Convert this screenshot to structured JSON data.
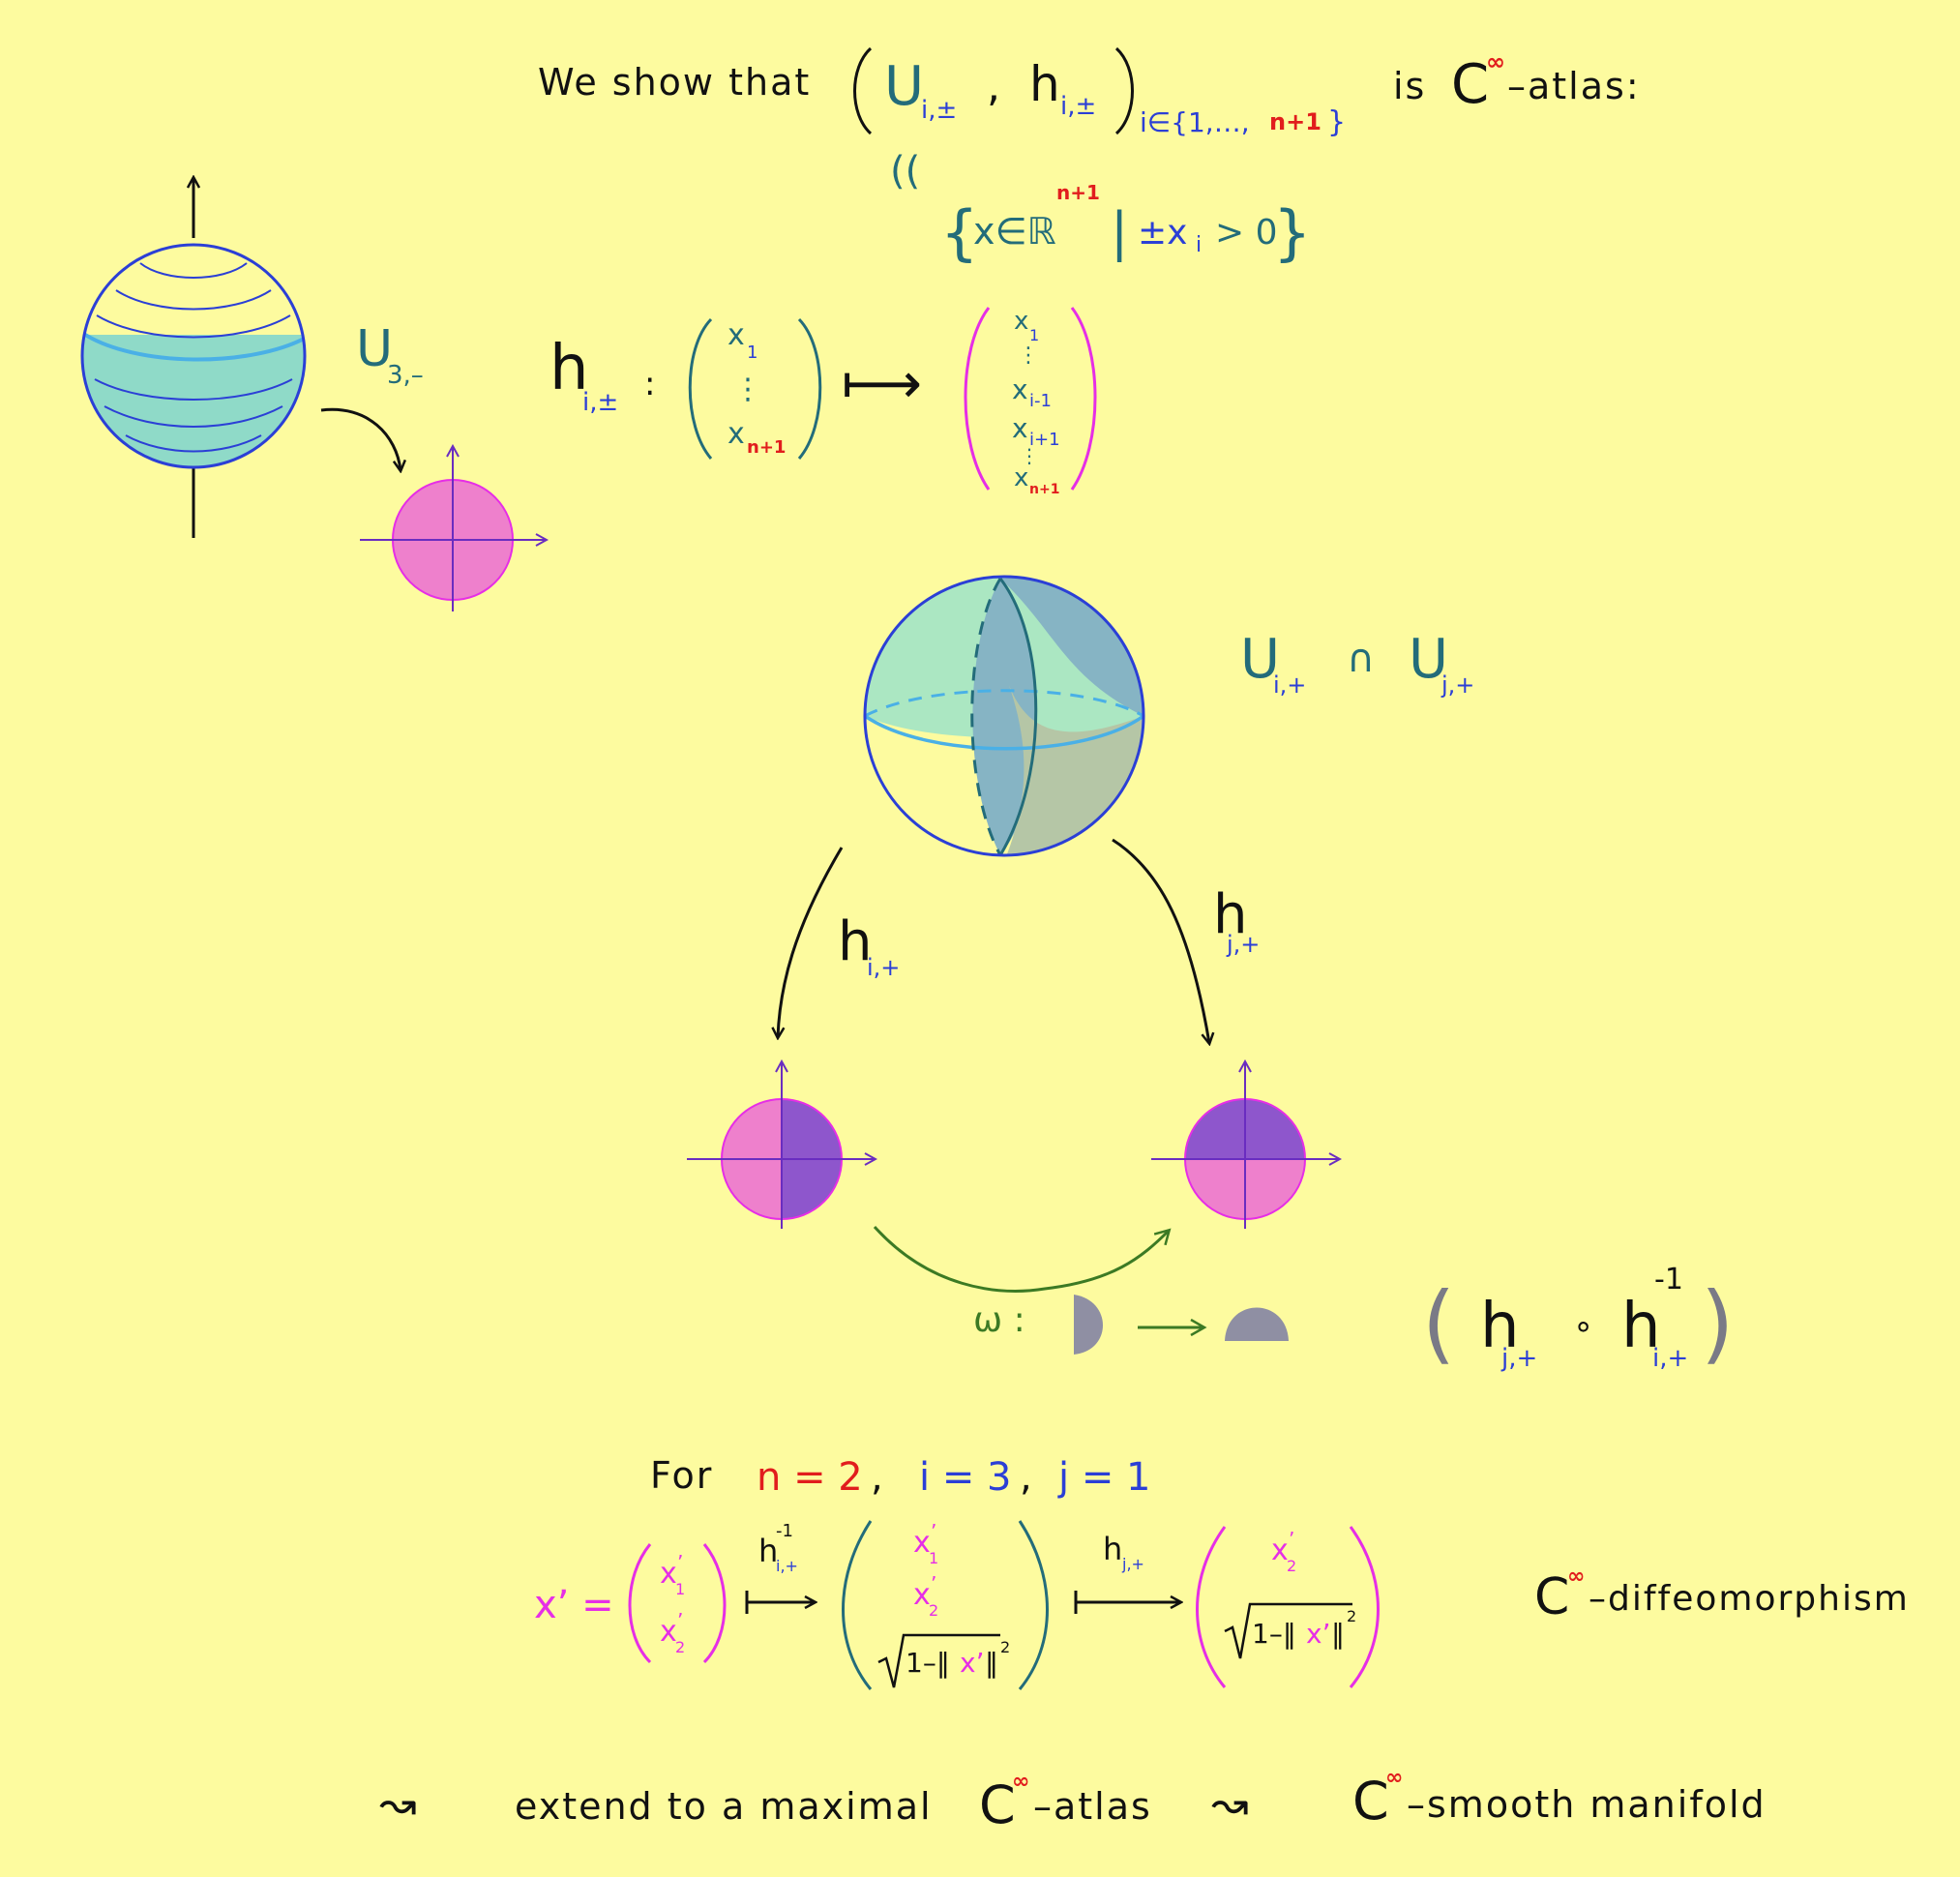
{
  "header": {
    "intro": "We show that",
    "U": "U",
    "U_sub": "i,±",
    "comma": ",",
    "h": "h",
    "h_sub": "i,±",
    "index_prefix": "i∈{1,…,",
    "index_n": "n+1",
    "index_close": "}",
    "is": "is",
    "C": "C",
    "inf": "∞",
    "atlas": "–atlas:"
  },
  "set_def": {
    "eq": "((",
    "lbrace": "{",
    "x_in": "x∈ℝ",
    "exp": "n+1",
    "bar": "|",
    "cond": "±x",
    "cond_sub": "i",
    "gt": "> 0",
    "rbrace": "}"
  },
  "u3_label": {
    "U": "U",
    "sub": "3,–"
  },
  "chart_map": {
    "h": "h",
    "sub": "i,±",
    "colon": ":",
    "x1": "x",
    "x1_sub": "1",
    "vdots": "⋮",
    "xn": "x",
    "xn_sub": "n+1",
    "maps": "⟼",
    "r_x1": "x",
    "r_x1_sub": "1",
    "r_xim1": "x",
    "r_xim1_sub": "i-1",
    "r_xip1": "x",
    "r_xip1_sub": "i+1",
    "r_xn": "x",
    "r_xn_sub": "n+1"
  },
  "intersection": {
    "U1": "U",
    "U1_sub": "i,+",
    "cap": "∩",
    "U2": "U",
    "U2_sub": "j,+"
  },
  "arrows": {
    "left_h": "h",
    "left_sub": "i,+",
    "right_h": "h",
    "right_sub": "j,+"
  },
  "transition": {
    "omega": "ω :",
    "lparen": "(",
    "h1": "h",
    "h1_sub": "j,+",
    "circ": "∘",
    "h2": "h",
    "h2_sup": "-1",
    "h2_sub": "i,+",
    "rparen": ")"
  },
  "example": {
    "for": "For",
    "n_eq": "n = 2",
    "sep1": ",",
    "i_eq": "i = 3",
    "sep2": ",",
    "j_eq": "j = 1",
    "xprime": "x’ =",
    "x": "x",
    "prime": "’",
    "sub1": "1",
    "sub2": "2",
    "map1_h": "h",
    "map1_sup": "-1",
    "map1_sub": "i,+",
    "map2_h": "h",
    "map2_sub": "j,+",
    "sqrt_body_a": "1–‖",
    "sqrt_body_b": "x’",
    "sqrt_body_c": "‖",
    "sqrt_exp": "2",
    "diffeo_C": "C",
    "diffeo_inf": "∞",
    "diffeo_text": "–diffeomorphism"
  },
  "footer": {
    "squig1": "↝",
    "extend": "extend to a maximal",
    "C1": "C",
    "inf1": "∞",
    "atlas": "–atlas",
    "squig2": "↝",
    "C2": "C",
    "inf2": "∞",
    "smooth": "–smooth manifold"
  },
  "colors": {
    "background": "#fdfb9f",
    "ink": "#111111",
    "blue": "#2b3fd6",
    "teal": "#236c7a",
    "red": "#e11d1d",
    "magenta": "#e62ee6",
    "green": "#3c7a24",
    "purple": "#6a2dc0",
    "gray": "#7a7a86"
  }
}
